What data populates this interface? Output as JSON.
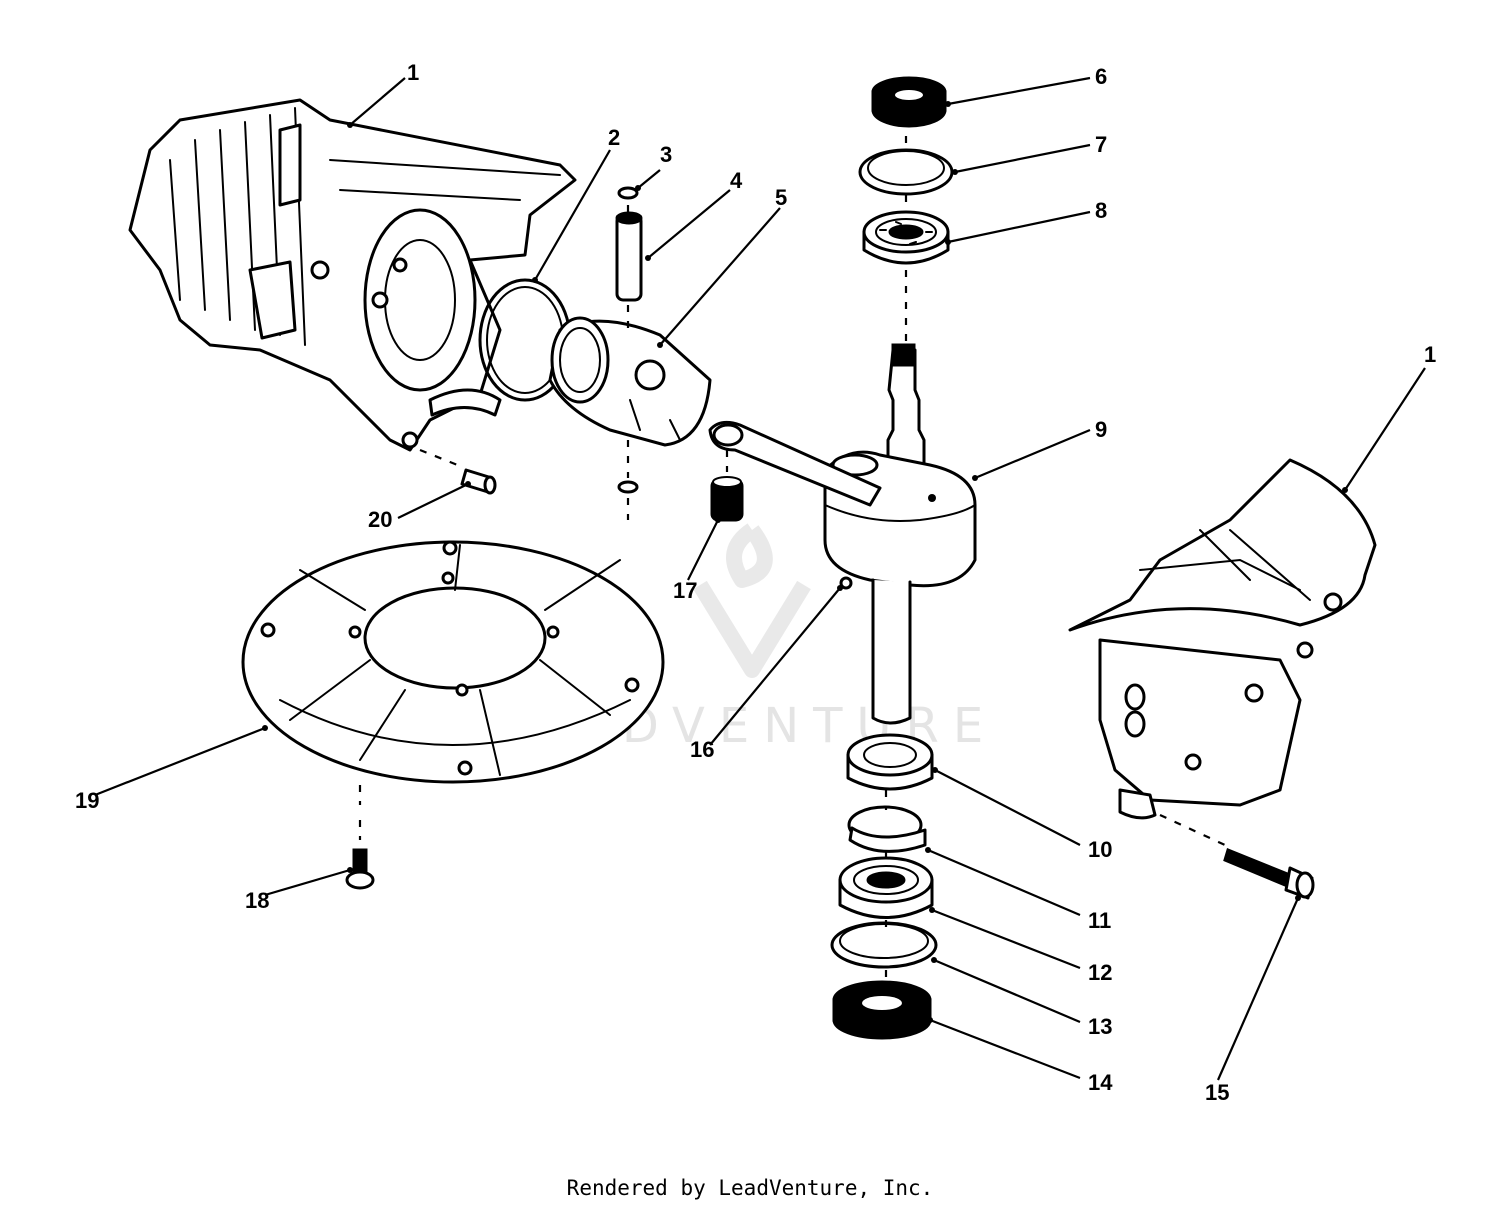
{
  "diagram": {
    "callouts": [
      "1",
      "2",
      "3",
      "4",
      "5",
      "6",
      "7",
      "8",
      "9",
      "10",
      "11",
      "12",
      "13",
      "14",
      "15",
      "16",
      "17",
      "18",
      "19",
      "20",
      "1"
    ],
    "watermark": "LEADVENTURE",
    "footer": "Rendered by LeadVenture, Inc."
  }
}
